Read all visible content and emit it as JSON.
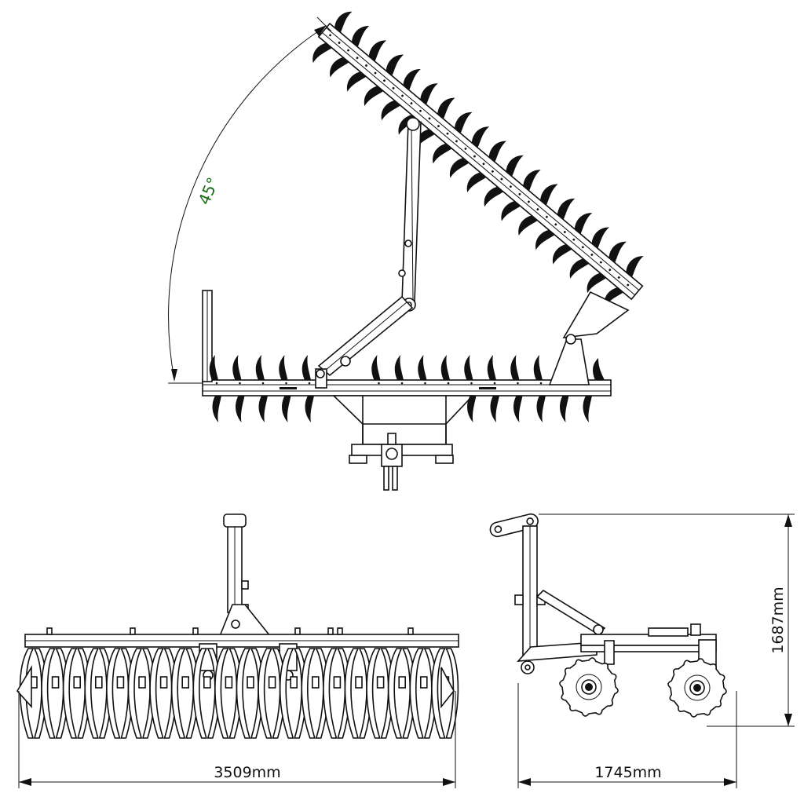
{
  "title": "",
  "dimensions": {
    "fold_angle": "45°",
    "total_width": "3509mm",
    "total_length": "1745mm",
    "total_height": "1687mm"
  },
  "views": {
    "top": "folded top view with one wing raised",
    "front": "front view",
    "side": "side view"
  },
  "colors": {
    "line": "#111111",
    "angle_label": "#1a6b1a",
    "background": "#ffffff"
  }
}
